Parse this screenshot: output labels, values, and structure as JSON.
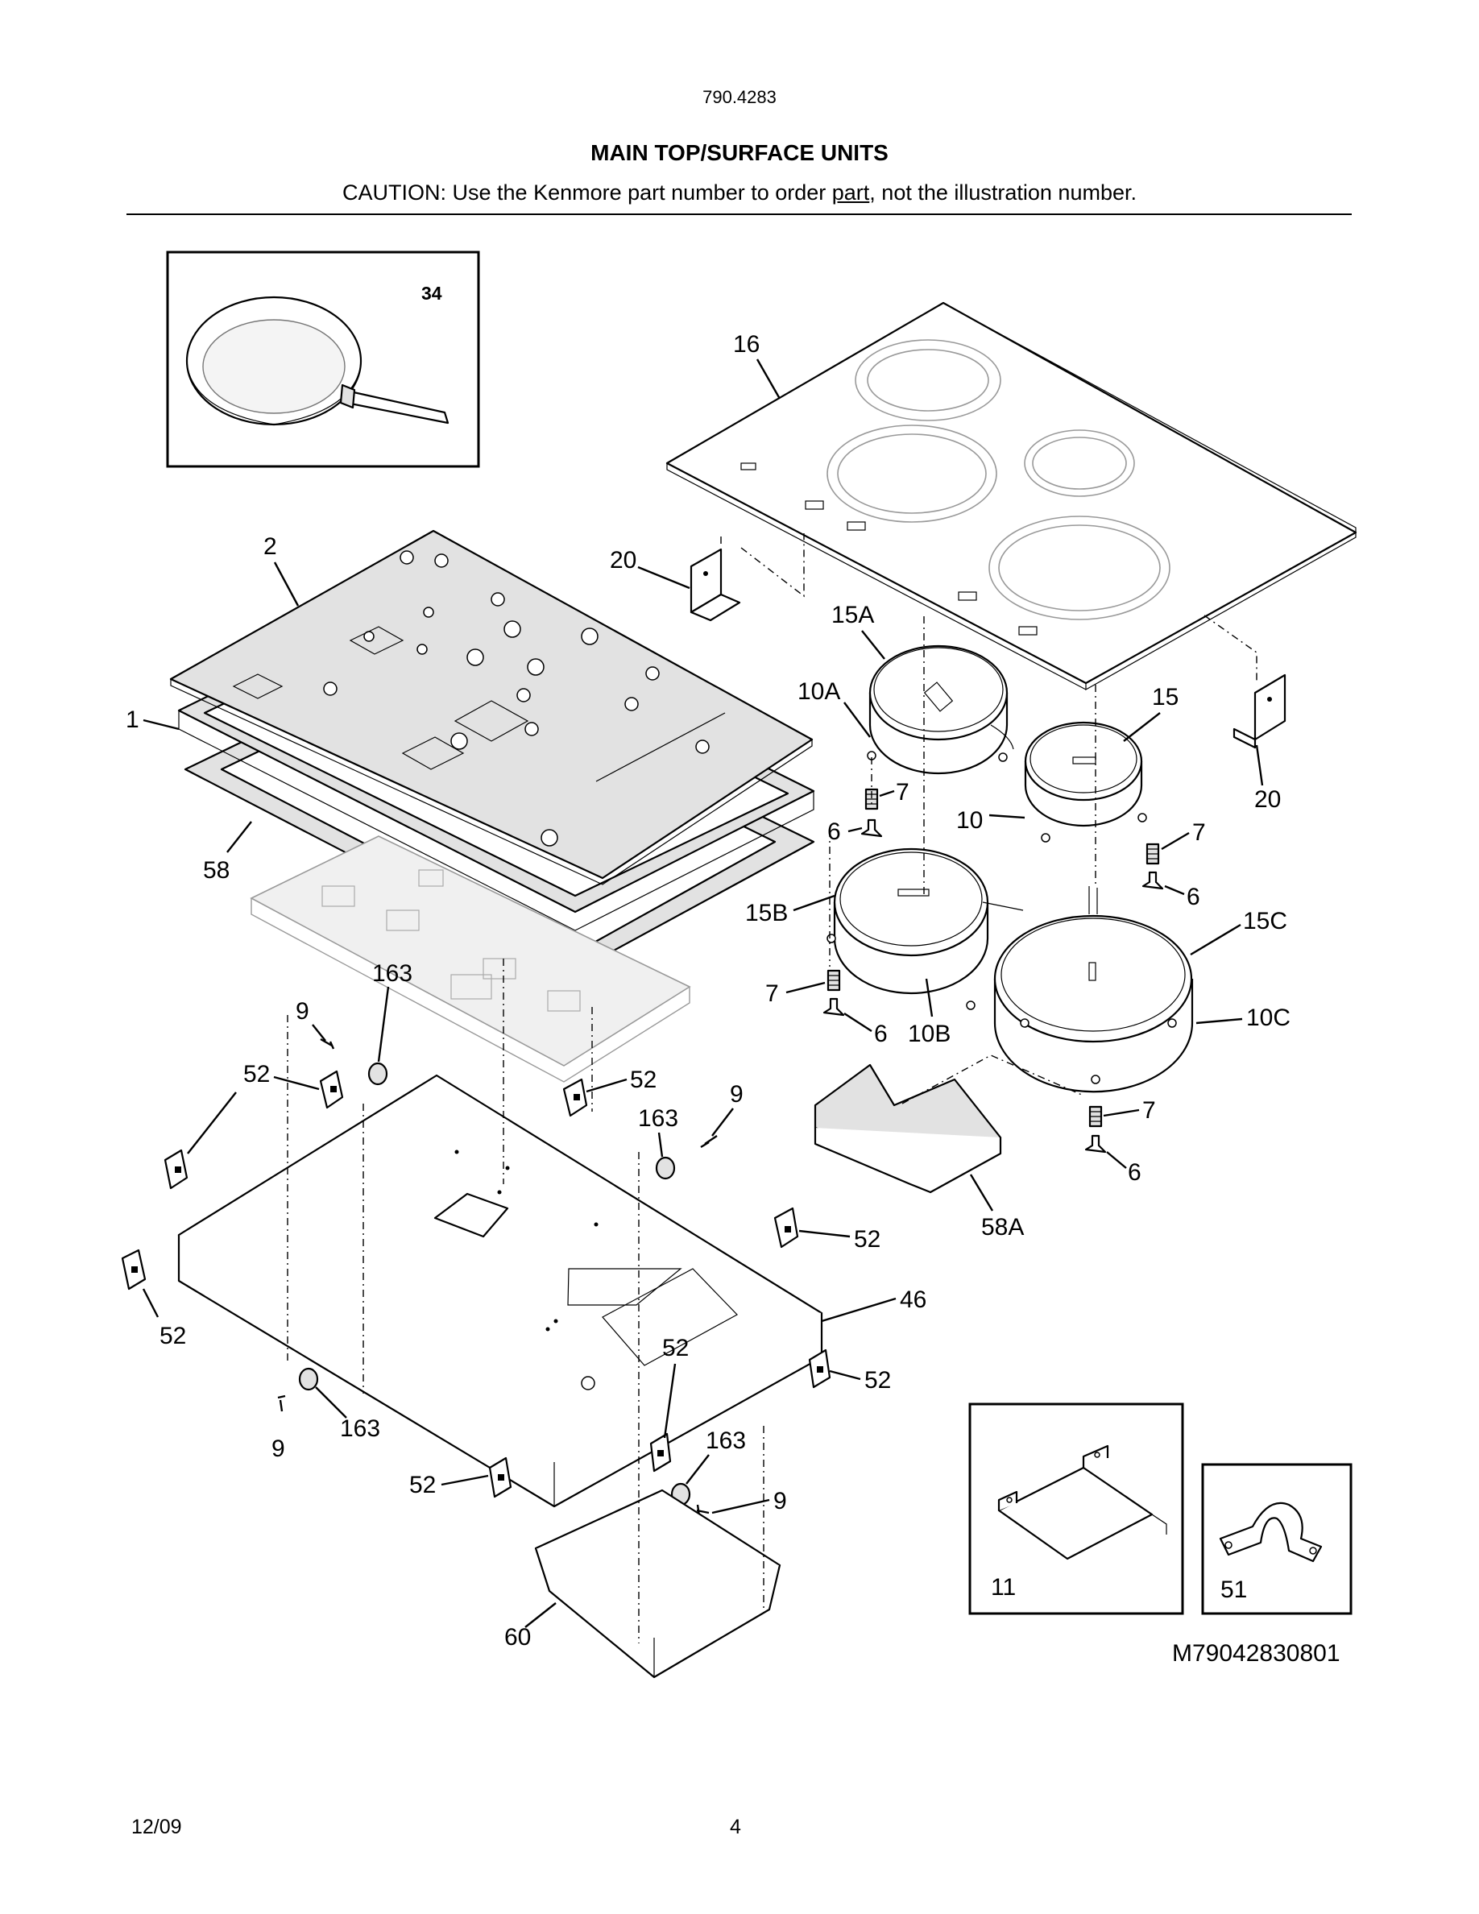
{
  "header": {
    "model_number": "790.4283",
    "title": "MAIN TOP/SURFACE UNITS",
    "caution_before": "CAUTION: Use the Kenmore part number to order ",
    "caution_underlined": "part",
    "caution_after": ", not the illustration number."
  },
  "diagram": {
    "inset_pan_label": "34",
    "inset_bracket_label": "11",
    "inset_clamp_label": "51",
    "drawing_id": "M79042830801",
    "callouts": {
      "c16": "16",
      "c2": "2",
      "c20a": "20",
      "c20b": "20",
      "c15A": "15A",
      "c10A": "10A",
      "c15": "15",
      "c1": "1",
      "c7a": "7",
      "c10": "10",
      "c6a": "6",
      "c7b": "7",
      "c58": "58",
      "c15B": "15B",
      "c6b": "6",
      "c15C": "15C",
      "c163a": "163",
      "c9a": "9",
      "c7c": "7",
      "c10C": "10C",
      "c6c": "6",
      "c10B": "10B",
      "c52a": "52",
      "c52b": "52",
      "c9b": "9",
      "c163b": "163",
      "c7d": "7",
      "c6d": "6",
      "c58A": "58A",
      "c52c": "52",
      "c46": "46",
      "c52d": "52",
      "c52e": "52",
      "c52f": "52",
      "c163c": "163",
      "c163d": "163",
      "c9c": "9",
      "c52g": "52",
      "c9d": "9",
      "c60": "60"
    }
  },
  "footer": {
    "date": "12/09",
    "page": "4"
  }
}
